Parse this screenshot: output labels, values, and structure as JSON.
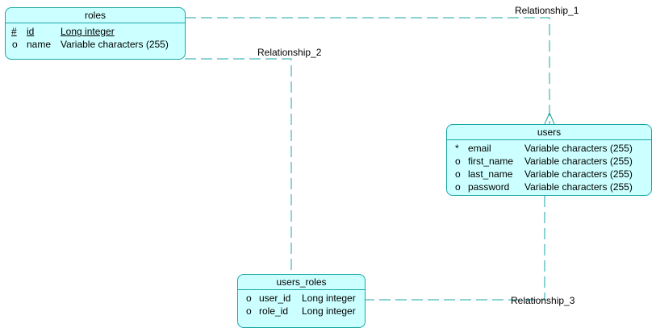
{
  "colors": {
    "fill": "#ccffff",
    "border": "#1aa6a6",
    "line": "#1aa6a6"
  },
  "entities": {
    "roles": {
      "name": "roles",
      "attributes": [
        {
          "marker": "#",
          "name": "id",
          "type": "Long integer"
        },
        {
          "marker": "o",
          "name": "name",
          "type": "Variable characters (255)"
        }
      ]
    },
    "users": {
      "name": "users",
      "attributes": [
        {
          "marker": "*",
          "name": "email",
          "type": "Variable characters (255)"
        },
        {
          "marker": "o",
          "name": "first_name",
          "type": "Variable characters (255)"
        },
        {
          "marker": "o",
          "name": "last_name",
          "type": "Variable characters (255)"
        },
        {
          "marker": "o",
          "name": "password",
          "type": "Variable characters (255)"
        }
      ]
    },
    "users_roles": {
      "name": "users_roles",
      "attributes": [
        {
          "marker": "o",
          "name": "user_id",
          "type": "Long integer"
        },
        {
          "marker": "o",
          "name": "role_id",
          "type": "Long integer"
        }
      ]
    }
  },
  "relationships": [
    {
      "name": "Relationship_1",
      "from": "roles",
      "to": "users"
    },
    {
      "name": "Relationship_2",
      "from": "roles",
      "to": "users_roles"
    },
    {
      "name": "Relationship_3",
      "from": "users",
      "to": "users_roles"
    }
  ]
}
